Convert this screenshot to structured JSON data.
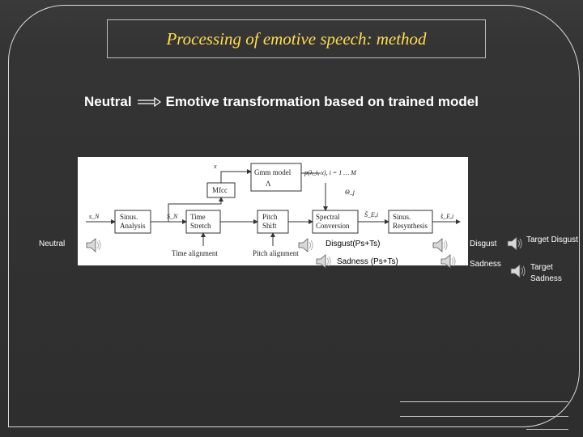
{
  "slide": {
    "title": "Processing of emotive speech: method",
    "subtitle_left": "Neutral",
    "subtitle_right": "Emotive transformation based on trained model"
  },
  "diagram": {
    "blocks": {
      "gmm": "Gmm model",
      "gmm_lambda": "Λ",
      "mfcc": "Mfcc",
      "sinus_analysis_1": "Sinus.",
      "sinus_analysis_2": "Analysis",
      "time_stretch_1": "Time",
      "time_stretch_2": "Stretch",
      "pitch_shift_1": "Pitch",
      "pitch_shift_2": "Shift",
      "spectral_1": "Spectral",
      "spectral_2": "Conversion",
      "resynth_1": "Sinus.",
      "resynth_2": "Resynthesis"
    },
    "signals": {
      "input": "s_N",
      "after_analysis": "S_N",
      "x_vec": "x",
      "prob": "p(λ_i, x), i = 1 … M",
      "theta": "Θ_j",
      "after_conv": "Ŝ_E,i",
      "output": "ŝ_E,i"
    },
    "bottom_labels": {
      "time": "Time alignment",
      "pitch": "Pitch alignment"
    }
  },
  "audio_labels": {
    "neutral": "Neutral",
    "disgust_ps_ts": "Disgust(Ps+Ts)",
    "sadness_ps_ts": "Sadness (Ps+Ts)",
    "disgust": "Disgust",
    "sadness": "Sadness",
    "target_disgust": "Target Disgust",
    "target_sadness_1": "Target",
    "target_sadness_2": "Sadness"
  },
  "icons": [
    "speaker-icon"
  ]
}
